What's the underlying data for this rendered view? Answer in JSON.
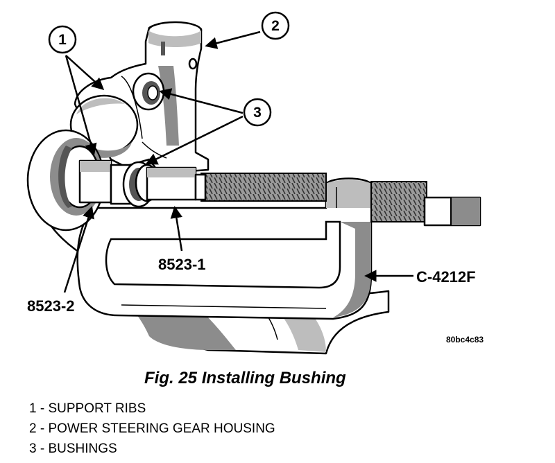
{
  "callouts": {
    "c1": "1",
    "c2": "2",
    "c3": "3"
  },
  "tool_labels": {
    "installer": "8523-1",
    "receiver": "8523-2",
    "clamp": "C-4212F"
  },
  "reference_code": "80bc4c83",
  "caption": "Fig. 25 Installing Bushing",
  "legend": [
    "1 - SUPPORT RIBS",
    "2 - POWER STEERING GEAR HOUSING",
    "3 - BUSHINGS"
  ]
}
